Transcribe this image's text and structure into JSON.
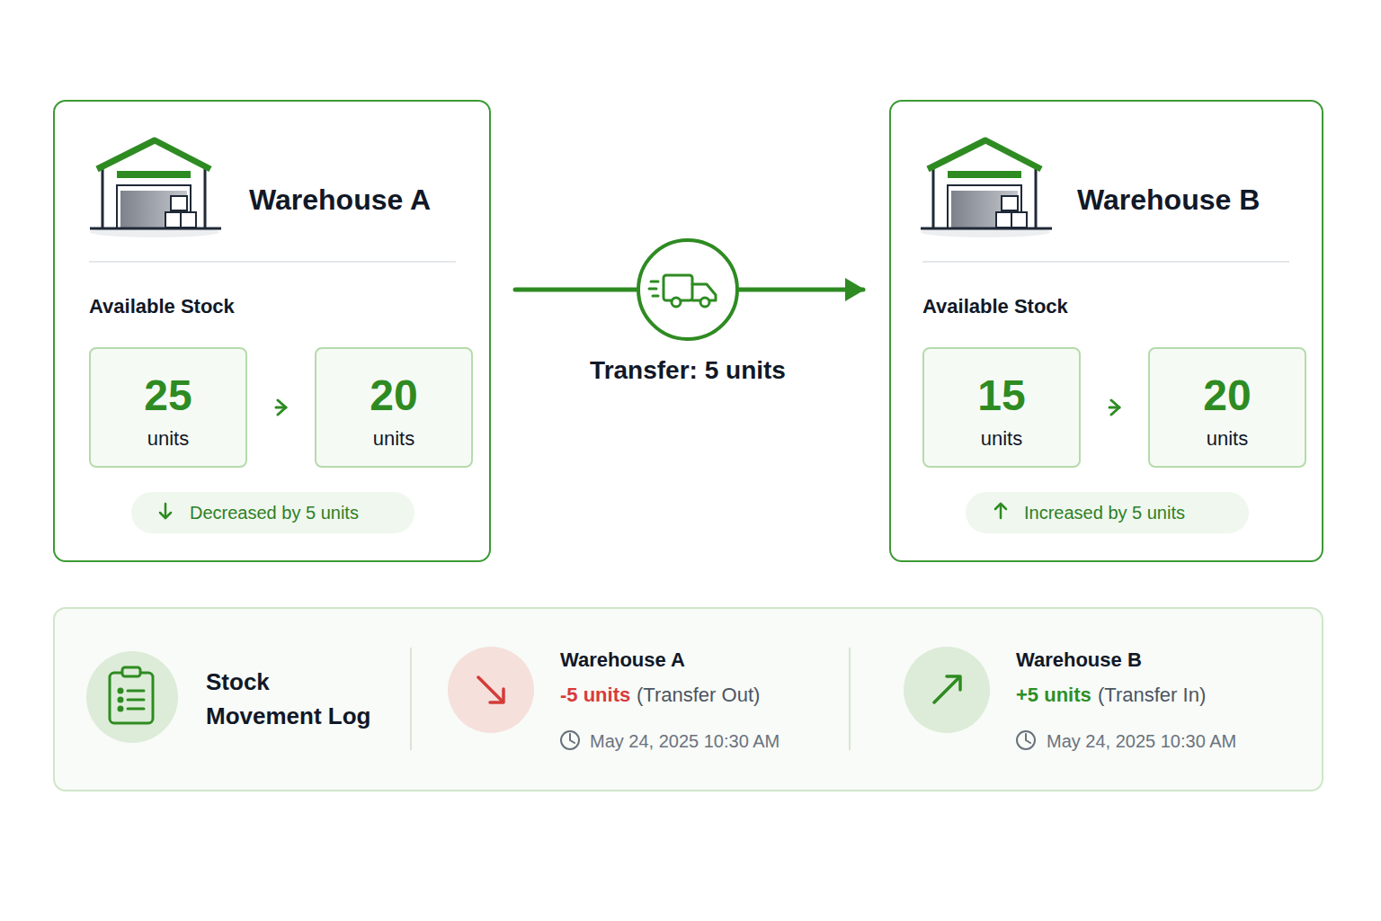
{
  "diagram": {
    "nodes": [
      {
        "text": [
          "Warehouse A",
          "Available Stock"
        ]
      },
      {
        "text": [
          "25",
          "units"
        ],
        "in": 0
      },
      {
        "text": [
          "20",
          "units"
        ],
        "in": 0
      },
      {
        "text": [
          "Decreased by 5 units"
        ],
        "in": 0
      },
      {
        "text": [
          "Transfer: 5 units"
        ]
      },
      {
        "text": [
          "Warehouse B",
          "Available Stock"
        ]
      },
      {
        "text": [
          "15",
          "units"
        ],
        "in": 5
      },
      {
        "text": [
          "20",
          "units"
        ],
        "in": 5
      },
      {
        "text": [
          "Increased by 5 units"
        ],
        "in": 5
      },
      {
        "text": [
          "Stock Movement Log"
        ]
      }
    ],
    "edges": [
      {
        "from": 1,
        "to": 2,
        "arrow": "to"
      },
      {
        "from": 0,
        "to": 4,
        "arrow": "none"
      },
      {
        "from": 4,
        "to": 5,
        "arrow": "to"
      },
      {
        "from": 6,
        "to": 7,
        "arrow": "to"
      }
    ],
    "labels": [
      "Warehouse A",
      "-5 units",
      "(Transfer Out)",
      "May 24, 2025 10:30 AM",
      "Warehouse B",
      "+5 units",
      "(Transfer In)",
      "May 24, 2025 10:30 AM"
    ]
  }
}
